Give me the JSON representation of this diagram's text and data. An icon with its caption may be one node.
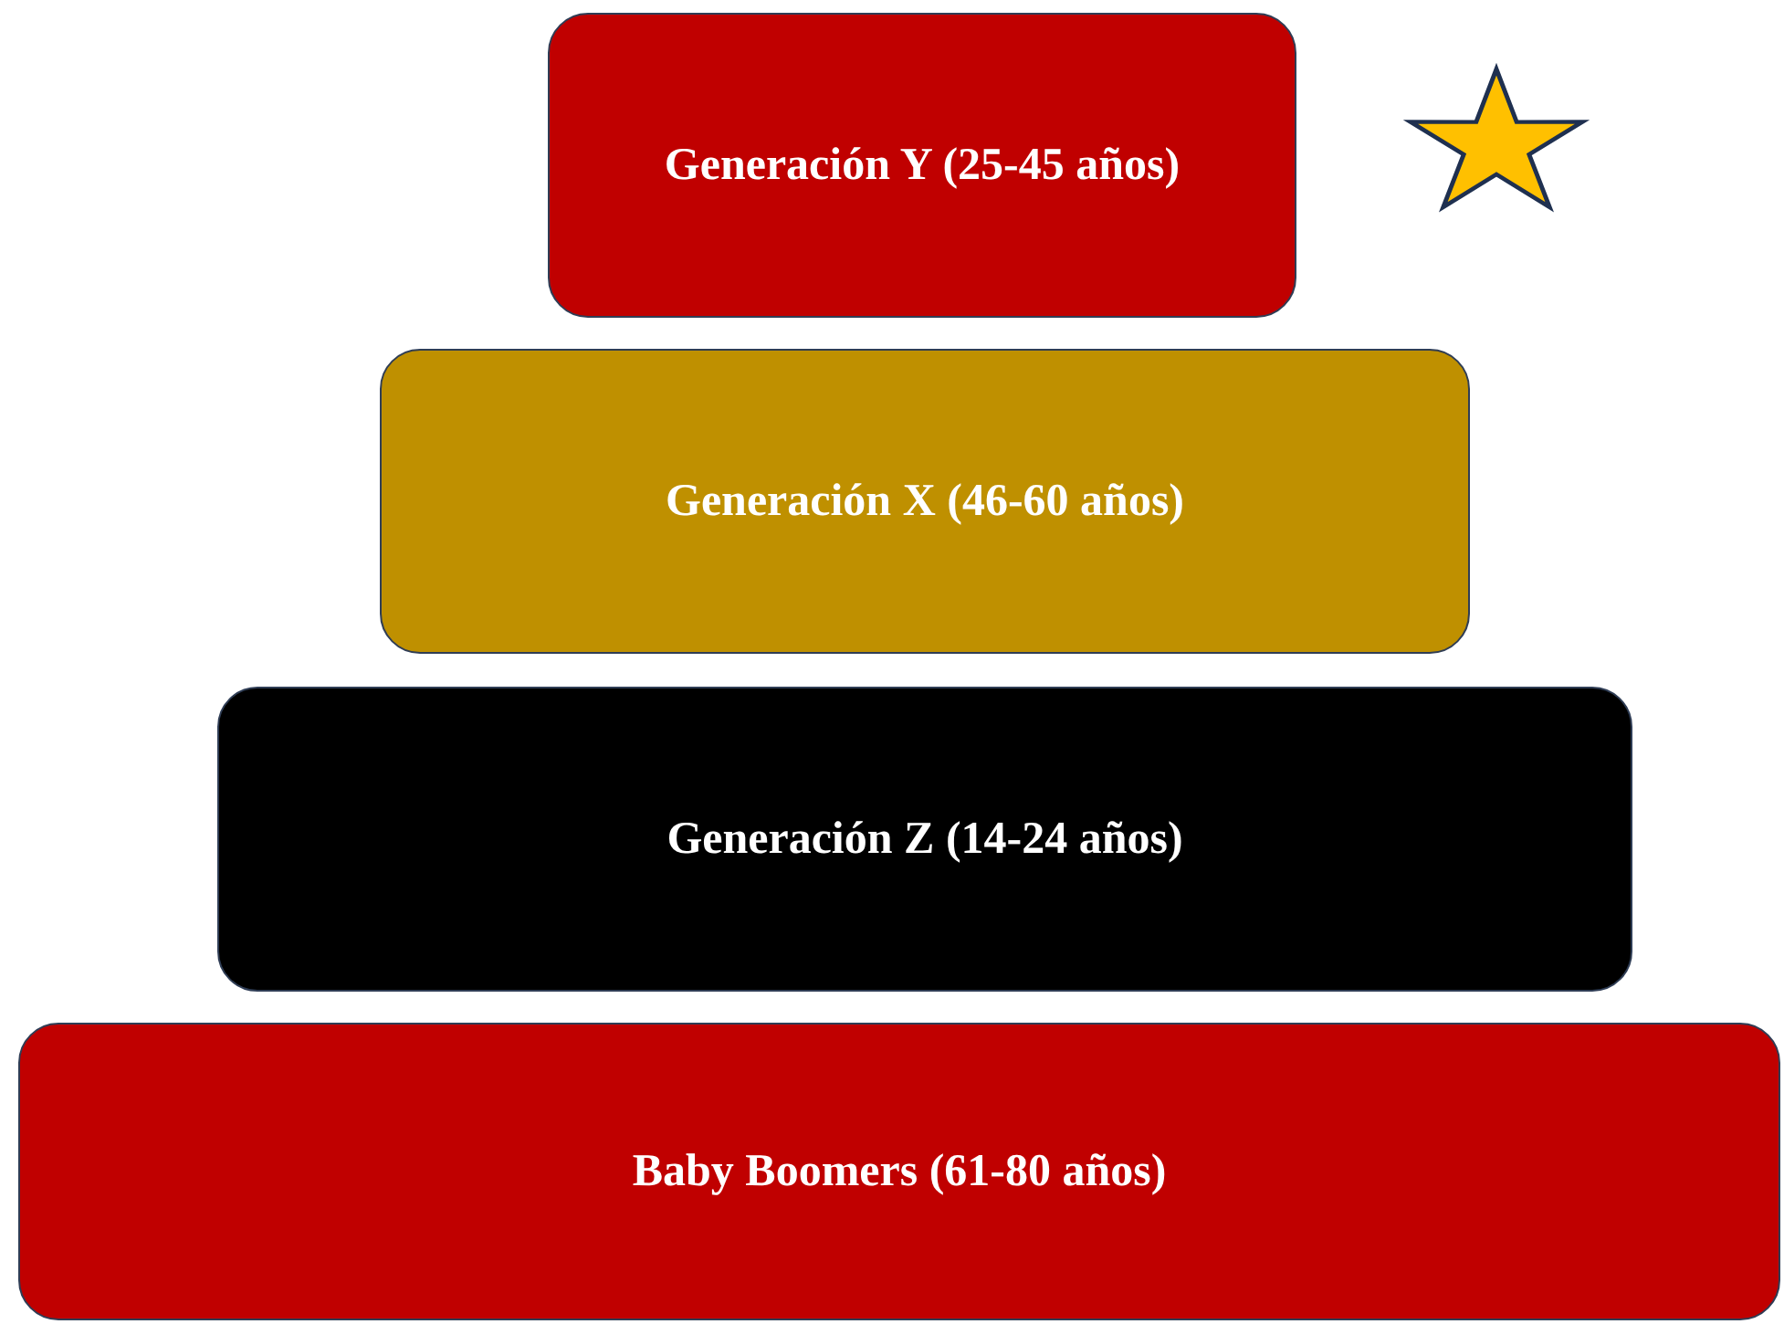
{
  "diagram": {
    "nodes": [
      {
        "text": [
          "Generación Y (25-45 años)"
        ]
      },
      {
        "text": [
          "Generación X (46-60 años)"
        ]
      },
      {
        "text": [
          "Generación Z (14-24 años)"
        ]
      },
      {
        "text": [
          "Baby Boomers (61-80 años)"
        ]
      },
      {
        "text": [],
        "shape": "star"
      }
    ]
  }
}
